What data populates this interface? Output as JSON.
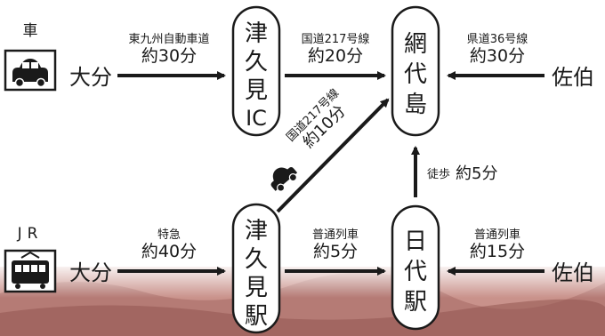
{
  "car": {
    "mode_label": "車",
    "icon": "car-icon",
    "origin": "大分",
    "origin2": "佐伯"
  },
  "jr": {
    "mode_label": "JR",
    "icon": "train-icon",
    "origin": "大分",
    "origin2": "佐伯"
  },
  "nodes": {
    "tsukumi_ic": [
      "津",
      "久",
      "見",
      "IC"
    ],
    "tsukumi_station": [
      "津",
      "久",
      "見",
      "駅"
    ],
    "ajiro": [
      "網",
      "代",
      "島"
    ],
    "hishiro": [
      "日",
      "代",
      "駅"
    ]
  },
  "routes": {
    "oita_to_ic": {
      "road": "東九州自動車道",
      "time": "約30分"
    },
    "ic_to_ajiro": {
      "road": "国道217号線",
      "time": "約20分"
    },
    "saiki_to_ajiro": {
      "road": "県道36号線",
      "time": "約30分"
    },
    "station_to_ajiro": {
      "road": "国道217号線",
      "time": "約10分"
    },
    "hishiro_to_ajiro": {
      "mode": "徒歩",
      "time": "約5分"
    },
    "oita_to_station": {
      "train": "特急",
      "time": "約40分"
    },
    "station_to_hishiro": {
      "train": "普通列車",
      "time": "約5分"
    },
    "saiki_to_hishiro": {
      "train": "普通列車",
      "time": "約15分"
    }
  },
  "colors": {
    "ink": "#1a1a1a",
    "accent_bg": "#b77872"
  }
}
